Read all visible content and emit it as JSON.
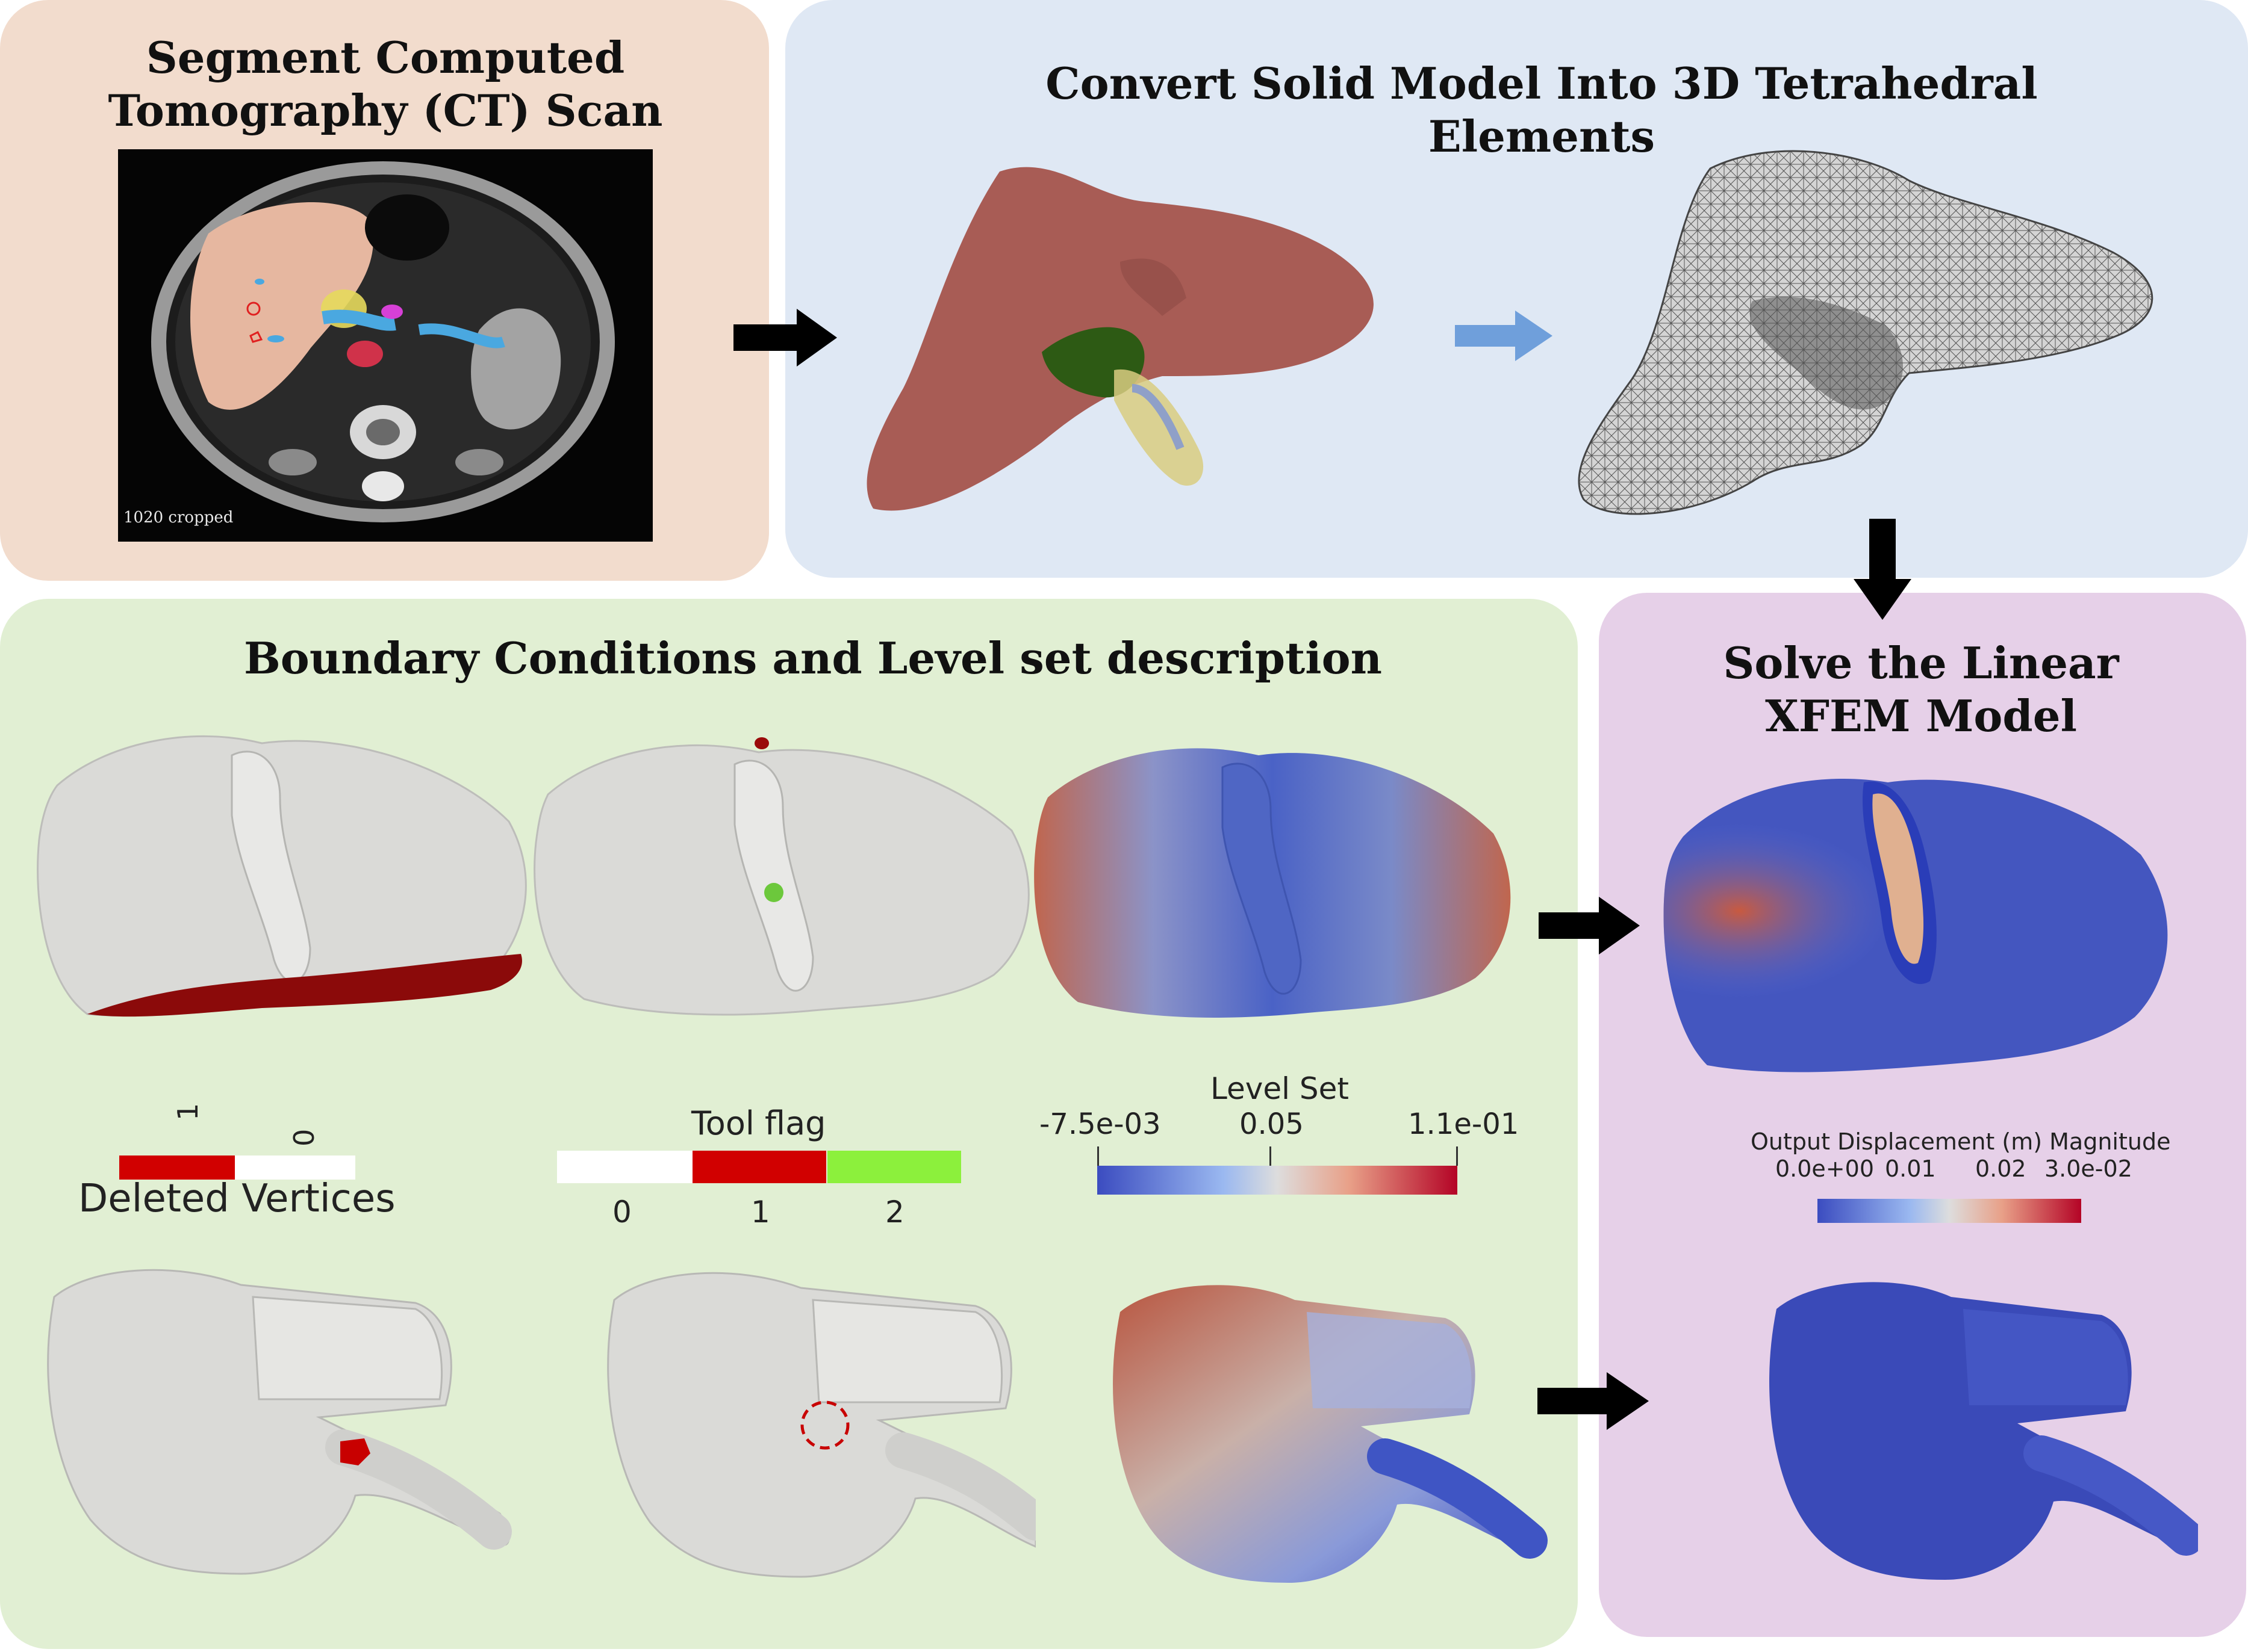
{
  "panels": {
    "segment": {
      "title": "Segment Computed Tomography (CT) Scan",
      "color": "#f2dccd"
    },
    "convert": {
      "title": "Convert Solid Model Into 3D Tetrahedral Elements",
      "color": "#dfe8f4"
    },
    "boundary": {
      "title": "Boundary Conditions and Level set description",
      "color": "#e1efd3"
    },
    "solve": {
      "title": "Solve the Linear XFEM Model",
      "color": "#e6d0e8"
    }
  },
  "ct_scan": {
    "caption": "1020 cropped"
  },
  "deleted_vertices": {
    "title": "Deleted Vertices",
    "ticks": [
      "1",
      "0"
    ],
    "colors": [
      "#d10000",
      "#ffffff"
    ]
  },
  "tool_flag": {
    "title": "Tool flag",
    "ticks": [
      "0",
      "1",
      "2"
    ],
    "colors": [
      "#ffffff",
      "#d10000",
      "#8cf03c"
    ]
  },
  "level_set": {
    "title": "Level Set",
    "ticks": [
      "-7.5e-03",
      "0.05",
      "1.1e-01"
    ]
  },
  "displacement": {
    "title": "Output Displacement (m) Magnitude",
    "ticks": [
      "0.0e+00",
      "0.01",
      "0.02",
      "3.0e-02"
    ]
  },
  "colors": {
    "arrow": "#000000",
    "mesh_arrow": "#6f9fdb",
    "liver": "#a85c55",
    "gray_model": "#d9d9d6",
    "cool": "#3b4cc0",
    "warm": "#b40426"
  }
}
